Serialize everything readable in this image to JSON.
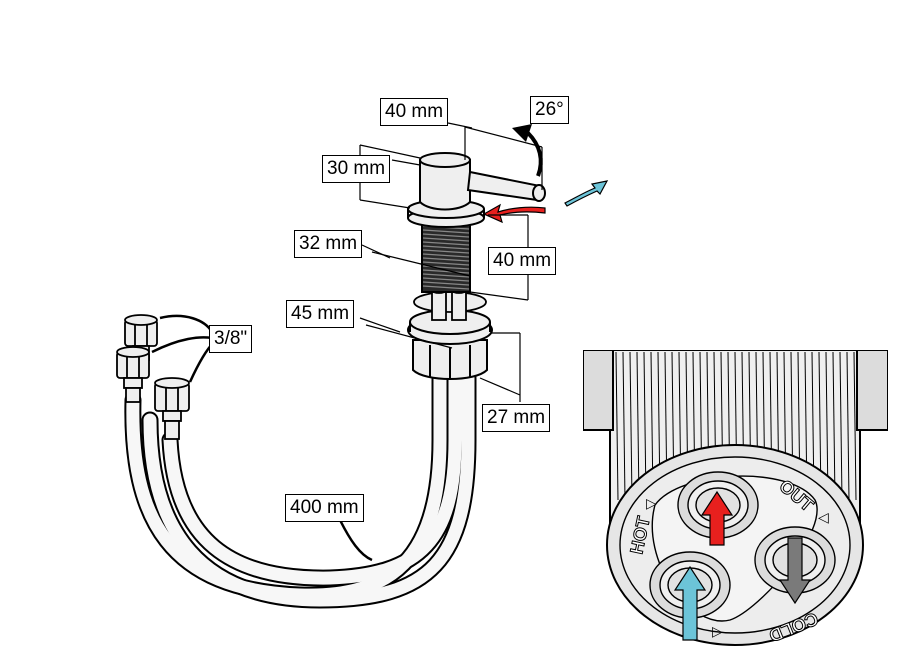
{
  "dimensions": {
    "lever_length": "40 mm",
    "lever_angle": "26°",
    "head_height": "30 mm",
    "thread_diameter": "32 mm",
    "thread_length": "40 mm",
    "nut_diameter": "45 mm",
    "nut_height": "27 mm",
    "connector_size": "3/8\"",
    "hose_length": "400 mm"
  },
  "ports": {
    "hot": "HOT",
    "out": "OUT",
    "cold": "COLD"
  },
  "colors": {
    "hot_arrow": "#e8201e",
    "cold_arrow": "#6cc4d8",
    "out_arrow": "#7a7a7a",
    "body_fill": "#efefef",
    "outline": "#000000"
  }
}
